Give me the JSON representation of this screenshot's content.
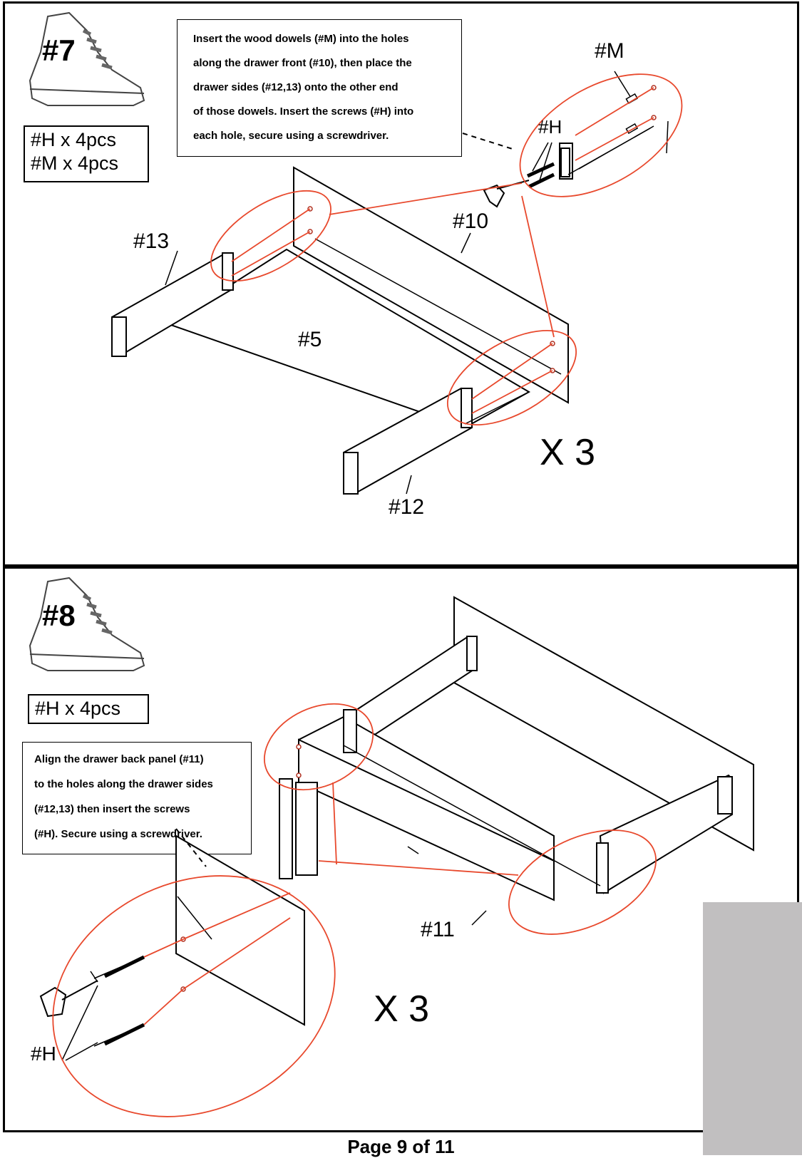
{
  "step7": {
    "number": "#7",
    "parts": [
      "#H x 4pcs",
      "#M x 4pcs"
    ],
    "instruction_lines": [
      "Insert the wood dowels (#M) into the holes",
      "along the drawer front (#10), then place the",
      "drawer sides (#12,13) onto the other end",
      "of those dowels. Insert the screws (#H) into",
      "each hole, secure using a screwdriver."
    ],
    "labels": {
      "m": "#M",
      "h": "#H",
      "p10": "#10",
      "p13": "#13",
      "p5": "#5",
      "p12": "#12"
    },
    "multiplier": "X 3"
  },
  "step8": {
    "number": "#8",
    "parts": [
      "#H x 4pcs"
    ],
    "instruction_lines": [
      "Align the drawer back panel (#11)",
      "to the holes along the drawer sides",
      "(#12,13) then insert the screws",
      "(#H). Secure using a screwdriver."
    ],
    "labels": {
      "p11": "#11",
      "h": "#H"
    },
    "multiplier": "X 3"
  },
  "footer": "Page 9 of  11",
  "colors": {
    "callout": "#e8492d",
    "line": "#000000",
    "gray_block": "#c1bfc0"
  },
  "icons": [
    "sneaker-icon",
    "screwdriver-icon",
    "screw-icon",
    "dowel-icon"
  ]
}
